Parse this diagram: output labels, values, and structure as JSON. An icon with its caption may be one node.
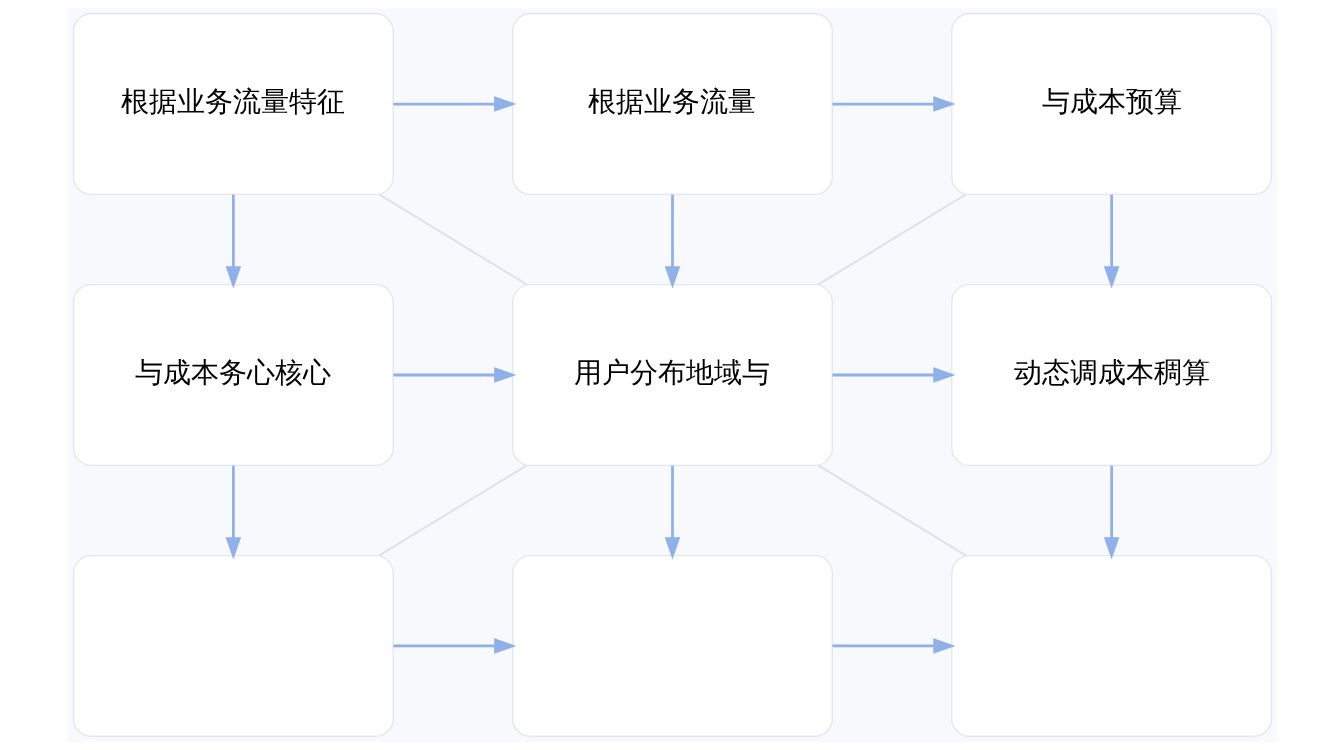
{
  "diagram": {
    "nodes": [
      {
        "text": [
          "根据业务流量特征"
        ]
      },
      {
        "text": [
          "根据业务流量"
        ]
      },
      {
        "text": [
          "与成本预算"
        ]
      },
      {
        "text": [
          "与成本务心核心"
        ]
      },
      {
        "text": [
          "用户分布地域与"
        ]
      },
      {
        "text": [
          "动态调成本稠算"
        ]
      },
      {
        "text": [],
        "shape": "box"
      },
      {
        "text": [],
        "shape": "box"
      },
      {
        "text": [],
        "shape": "box"
      }
    ],
    "edges": [
      {
        "from": 0,
        "to": 1,
        "arrow": "to"
      },
      {
        "from": 1,
        "to": 2,
        "arrow": "to"
      },
      {
        "from": 0,
        "to": 3,
        "arrow": "to"
      },
      {
        "from": 1,
        "to": 4,
        "arrow": "to"
      },
      {
        "from": 2,
        "to": 5,
        "arrow": "to"
      },
      {
        "from": 0,
        "to": 4,
        "arrow": "none",
        "color": "#dde3ea"
      },
      {
        "from": 2,
        "to": 4,
        "arrow": "none",
        "color": "#dde3ea"
      },
      {
        "from": 3,
        "to": 4,
        "arrow": "to"
      },
      {
        "from": 4,
        "to": 5,
        "arrow": "to"
      },
      {
        "from": 3,
        "to": 6,
        "arrow": "to"
      },
      {
        "from": 4,
        "to": 7,
        "arrow": "to"
      },
      {
        "from": 5,
        "to": 8,
        "arrow": "to"
      },
      {
        "from": 4,
        "to": 6,
        "arrow": "none",
        "color": "#dde3ea"
      },
      {
        "from": 4,
        "to": 8,
        "arrow": "none",
        "color": "#dde3ea"
      },
      {
        "from": 6,
        "to": 7,
        "arrow": "to"
      },
      {
        "from": 7,
        "to": 8,
        "arrow": "to"
      }
    ]
  }
}
